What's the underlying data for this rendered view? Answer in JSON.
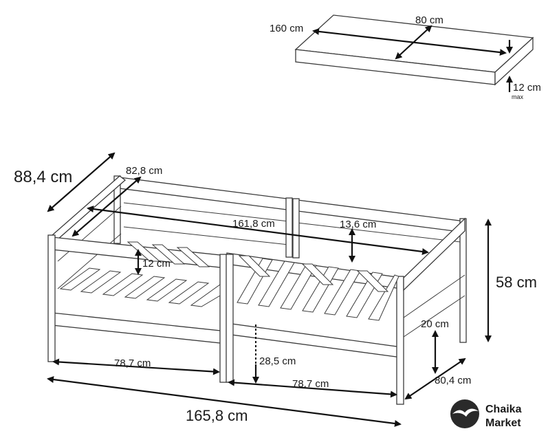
{
  "colors": {
    "line": "#3a3a3a",
    "arrow": "#111111",
    "background": "#ffffff",
    "text": "#1a1a1a"
  },
  "mattress": {
    "length": "160 cm",
    "width": "80 cm",
    "height": "12 cm",
    "height_note": "max"
  },
  "bed": {
    "depth": "88,4 cm",
    "inner_width": "82,8 cm",
    "inner_length": "161,8 cm",
    "rail_height": "13,6 cm",
    "guard_height": "12 cm",
    "total_height": "58 cm",
    "side_height": "20 cm",
    "left_section": "78,7 cm",
    "right_section": "78,7 cm",
    "floor_clearance": "28,5 cm",
    "front_width": "80,4 cm",
    "total_length": "165,8 cm"
  },
  "logo": {
    "line1": "Chaika",
    "line2": "Market",
    "icon": "seagull-logo-icon"
  }
}
